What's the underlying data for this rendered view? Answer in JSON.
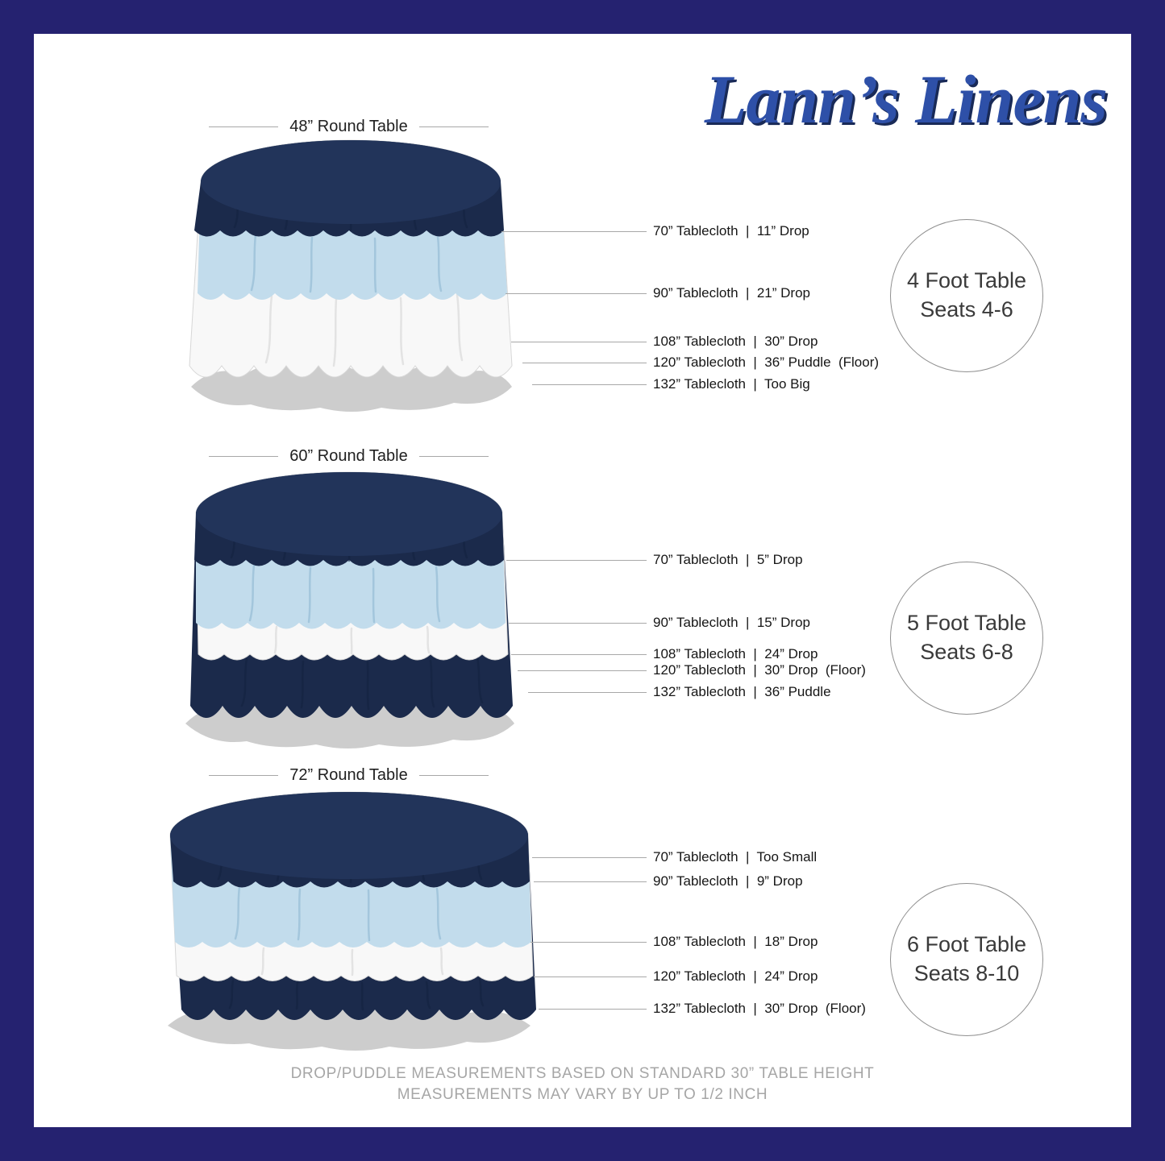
{
  "page": {
    "logo_text": "Lann’s Linens",
    "footer_line1": "DROP/PUDDLE MEASUREMENTS BASED ON STANDARD 30” TABLE HEIGHT",
    "footer_line2": "MEASUREMENTS MAY VARY BY UP TO 1/2 INCH"
  },
  "colors": {
    "frame": "#252270",
    "navy_cloth": "#1b2a4b",
    "light_blue_cloth": "#c2dcec",
    "white_cloth": "#f8f8f8",
    "logo_blue": "#2e50a8",
    "shadow_gray": "#cdcdcd"
  },
  "sections": [
    {
      "title": "48” Round Table",
      "seating": {
        "line1": "4 Foot Table",
        "line2": "Seats 4-6"
      },
      "labels": [
        "70” Tablecloth  |  11” Drop",
        "90” Tablecloth  |  21” Drop",
        "108” Tablecloth  |  30” Drop",
        "120” Tablecloth  |  36” Puddle  (Floor)",
        "132” Tablecloth  |  Too Big"
      ]
    },
    {
      "title": "60” Round Table",
      "seating": {
        "line1": "5 Foot Table",
        "line2": "Seats 6-8"
      },
      "labels": [
        "70” Tablecloth  |  5” Drop",
        "90” Tablecloth  |  15” Drop",
        "108” Tablecloth  |  24” Drop",
        "120” Tablecloth  |  30” Drop  (Floor)",
        "132” Tablecloth  |  36” Puddle"
      ]
    },
    {
      "title": "72” Round Table",
      "seating": {
        "line1": "6 Foot Table",
        "line2": "Seats 8-10"
      },
      "labels": [
        "70” Tablecloth  |  Too Small",
        "90” Tablecloth  |  9” Drop",
        "108” Tablecloth  |  18” Drop",
        "120” Tablecloth  |  24” Drop",
        "132” Tablecloth  |  30” Drop  (Floor)"
      ]
    }
  ]
}
